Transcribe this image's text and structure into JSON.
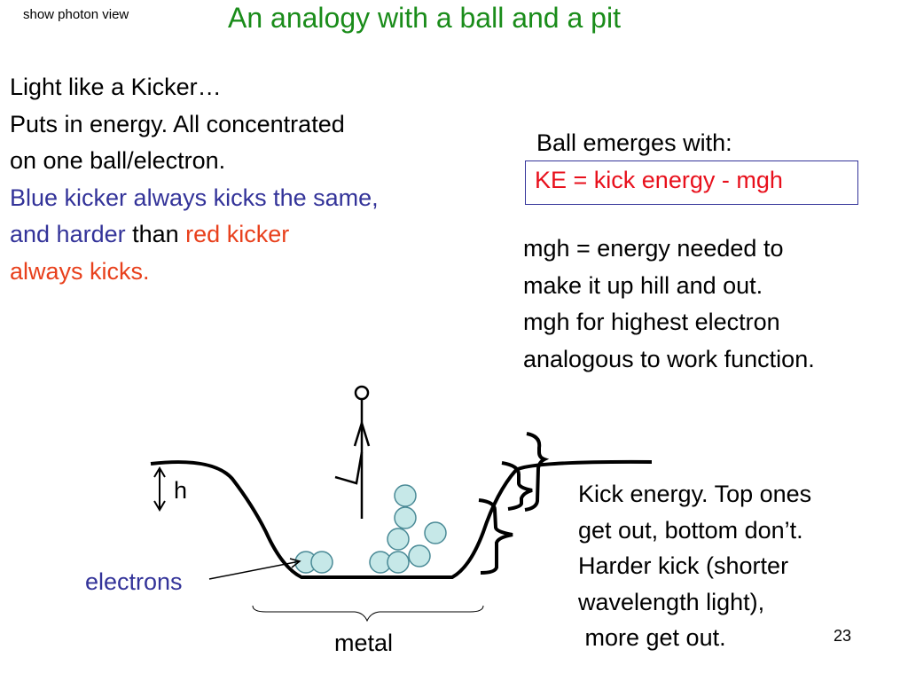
{
  "nav": {
    "show_photon_view": "show photon view"
  },
  "title": "An analogy with a ball and a pit",
  "left_text": {
    "line1": "Light like a Kicker…",
    "line2": "Puts in energy.  All concentrated",
    "line3": "on one ball/electron.",
    "line4": "Blue kicker always kicks the same,",
    "line5_part1": "and harder",
    "line5_part2": " than ",
    "line5_part3": "red kicker",
    "line6": "always kicks."
  },
  "ball_emerges": "Ball emerges with:",
  "ke_formula": "KE = kick energy - mgh",
  "mgh_text": {
    "line1": "mgh = energy needed to",
    "line2": "make it up hill and out.",
    "line3": "mgh for highest electron",
    "line4": "analogous to work function."
  },
  "kick_text": {
    "line1": "Kick energy. Top ones",
    "line2": "get out, bottom don’t.",
    "line3": "Harder kick (shorter",
    "line4": "wavelength light),",
    "line5": " more get out."
  },
  "diagram": {
    "h_label": "h",
    "electrons_label": "electrons",
    "metal_label": "metal"
  },
  "page_number": "23",
  "colors": {
    "title": "#1a8c1a",
    "blue_text": "#333399",
    "red_text": "#e8401c",
    "electron_fill": "#c6e8e8",
    "electron_stroke": "#4a8a96"
  }
}
